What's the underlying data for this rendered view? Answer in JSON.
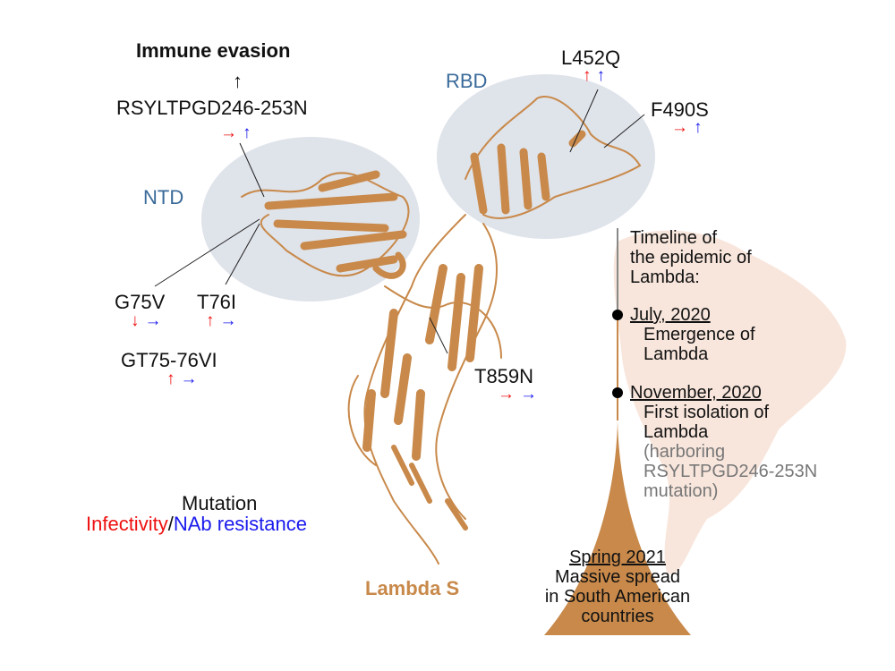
{
  "title": "Immune evasion",
  "title_arrow": "↑",
  "regions": {
    "ntd": "NTD",
    "rbd": "RBD"
  },
  "protein_label": "Lambda S",
  "mutations": [
    {
      "name": "RSYLTPGD246-253N",
      "infectivity": "→",
      "nab": "↑"
    },
    {
      "name": "G75V",
      "infectivity": "↓",
      "nab": "→"
    },
    {
      "name": "T76I",
      "infectivity": "↑",
      "nab": "→"
    },
    {
      "name": "GT75-76VI",
      "infectivity": "↑",
      "nab": "→"
    },
    {
      "name": "L452Q",
      "infectivity": "↑",
      "nab": "↑"
    },
    {
      "name": "F490S",
      "infectivity": "→",
      "nab": "↑"
    },
    {
      "name": "T859N",
      "infectivity": "→",
      "nab": "→"
    }
  ],
  "legend": {
    "title": "Mutation",
    "infectivity": "Infectivity",
    "sep": "/",
    "nab": "NAb resistance"
  },
  "timeline": {
    "heading": [
      "Timeline of",
      "the epidemic of",
      "Lambda:"
    ],
    "events": [
      {
        "date": "July, 2020",
        "lines": [
          "Emergence of",
          "Lambda"
        ]
      },
      {
        "date": "November, 2020",
        "lines": [
          "First isolation of",
          "Lambda"
        ],
        "note": [
          "(harboring",
          "RSYLTPGD246-253N",
          "mutation)"
        ]
      }
    ],
    "final": {
      "date": "Spring 2021",
      "lines": [
        "Massive spread",
        "in South American",
        "countries"
      ]
    }
  },
  "colors": {
    "protein": "#c8894a",
    "infectivity": "#ee1111",
    "nab": "#1a1aee",
    "region": "#3a6a9a",
    "bubble": "#dfe3ea",
    "map": "#f8e6dc"
  }
}
